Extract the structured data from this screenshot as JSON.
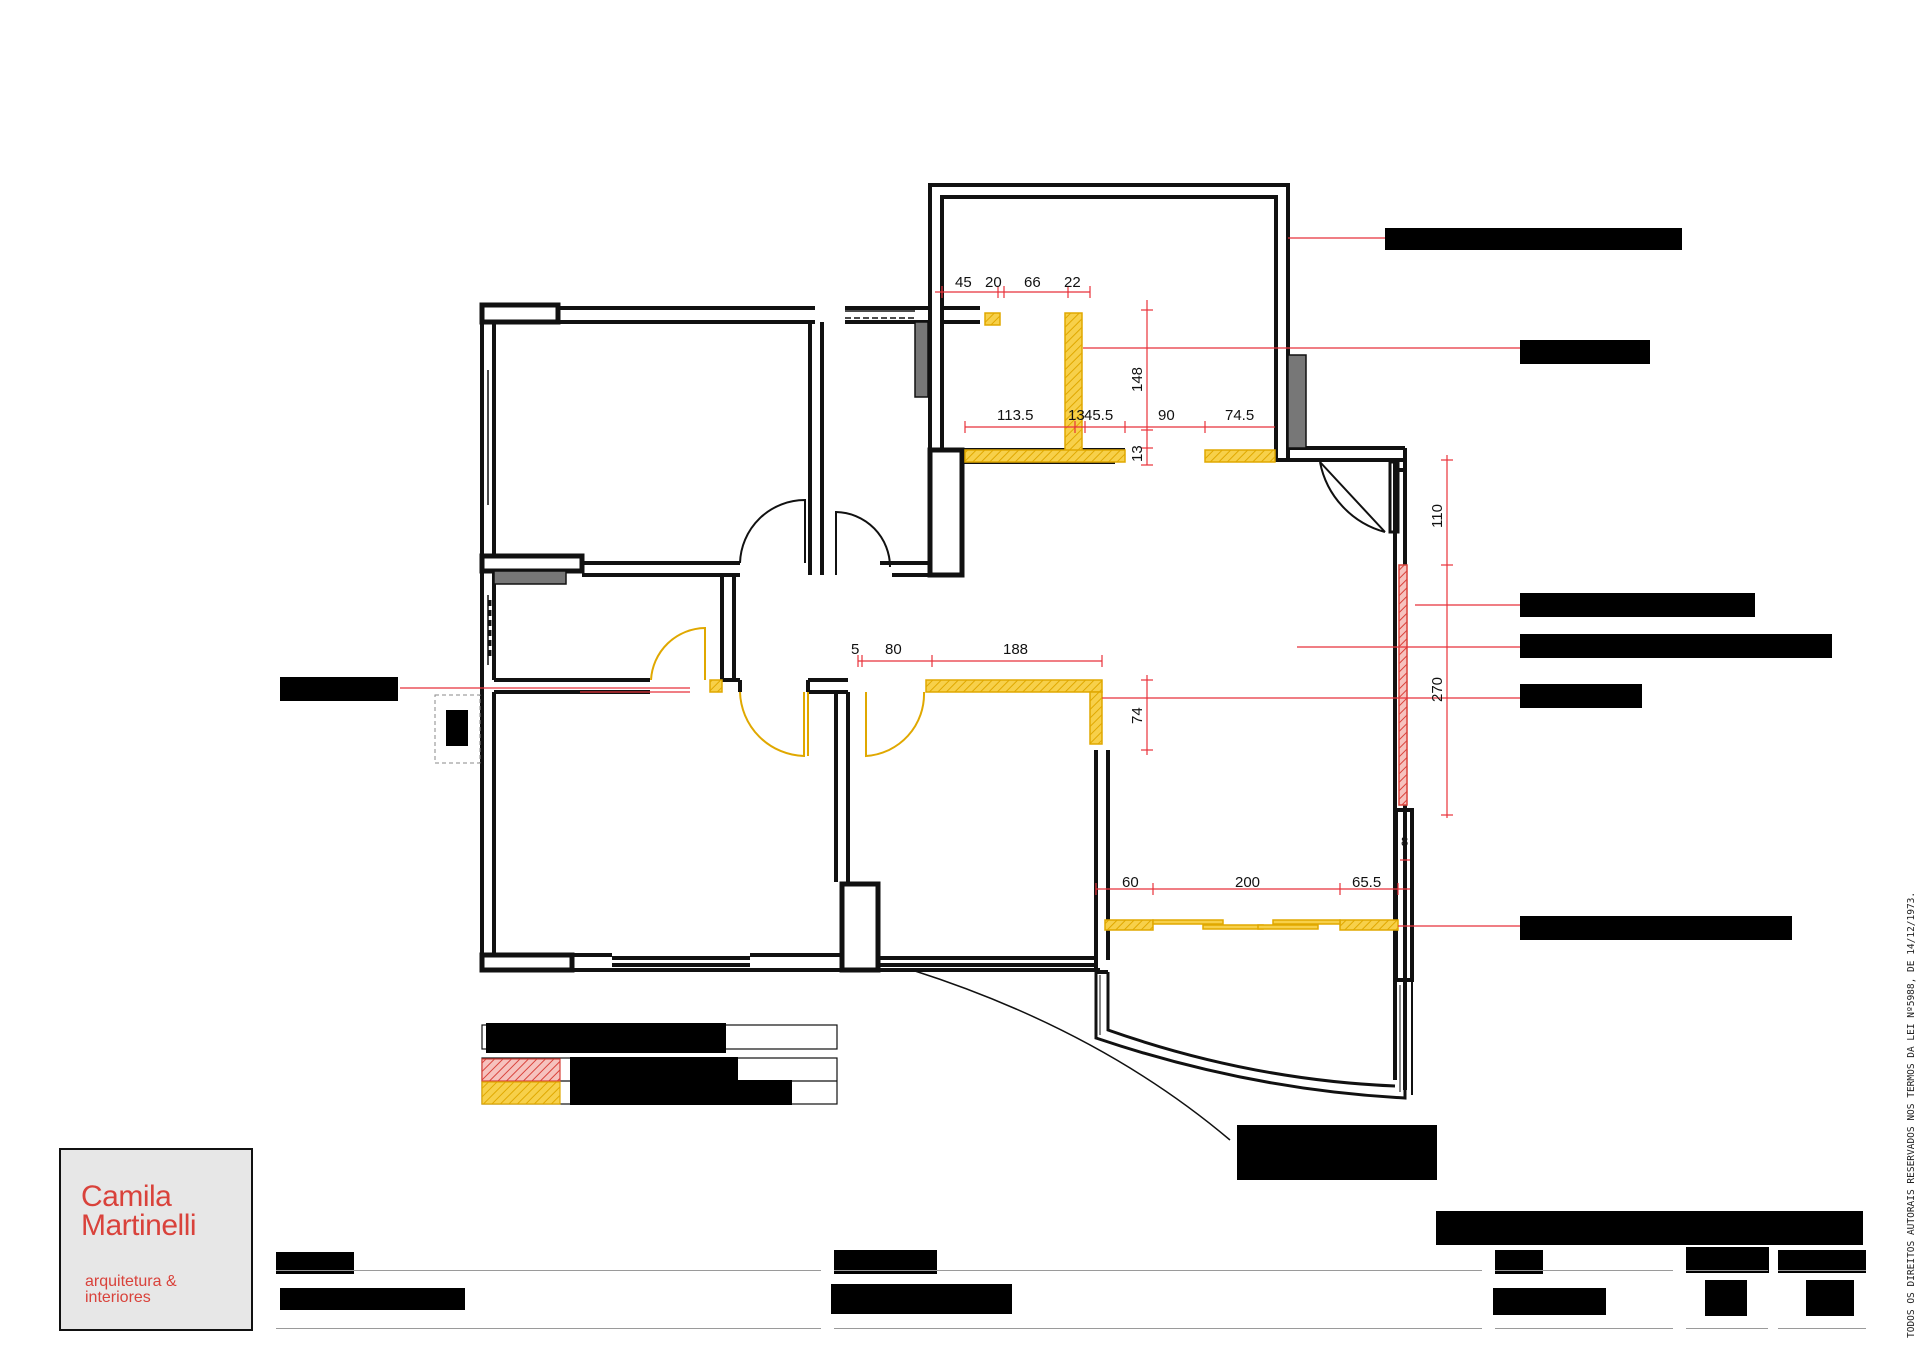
{
  "logo": {
    "name_line1": "Camila",
    "name_line2": "Martinelli",
    "sub_line1": "arquitetura &",
    "sub_line2": "interiores",
    "color": "#d9423b"
  },
  "copyright": "TODOS OS DIREITOS AUTORAIS RESERVADOS  NOS TERMOS DA LEI Nº5988, DE 14/12/1973.",
  "dimensions": {
    "top_45": "45",
    "top_20": "20",
    "top_66": "66",
    "top_22": "22",
    "v_148": "148",
    "h_1135": "113.5",
    "h_13": "13",
    "h_455": "45.5",
    "h_90": "90",
    "h_745": "74.5",
    "v_13": "13",
    "v_110": "110",
    "v_270": "270",
    "mid_5": "5",
    "mid_80": "80",
    "mid_188": "188",
    "v_74": "74",
    "small_8": "8",
    "bot_60": "60",
    "bot_200": "200",
    "bot_655": "65.5"
  },
  "colors": {
    "wall": "#111111",
    "new_wall_yellow": "#f2c029",
    "demolish_red": "#e0403a",
    "dimension_red": "#e8323a",
    "column_gray": "#777777"
  }
}
